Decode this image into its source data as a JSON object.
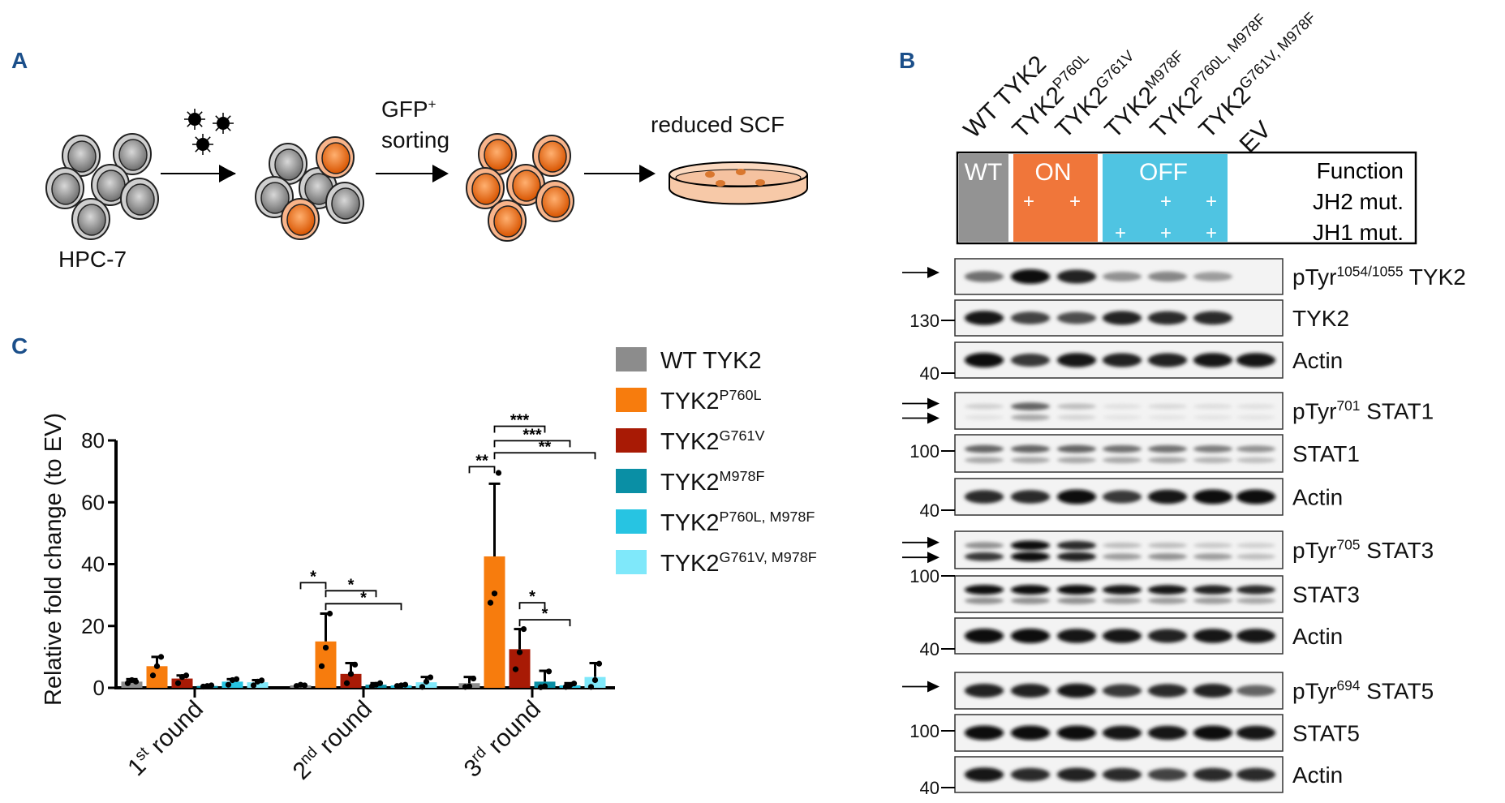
{
  "panel_labels": {
    "a": "A",
    "b": "B",
    "c": "C"
  },
  "panel_a": {
    "start_label": "HPC-7",
    "sorting_label_1": "GFP",
    "sorting_label_sup": "+",
    "sorting_label_2": "sorting",
    "culture_label": "reduced SCF"
  },
  "panel_b": {
    "lanes": [
      {
        "base": "WT TYK2",
        "sup": ""
      },
      {
        "base": "TYK2",
        "sup": "P760L"
      },
      {
        "base": "TYK2",
        "sup": "G761V"
      },
      {
        "base": "TYK2",
        "sup": "M978F"
      },
      {
        "base": "TYK2",
        "sup": "P760L, M978F"
      },
      {
        "base": "TYK2",
        "sup": "G761V, M978F"
      },
      {
        "base": "EV",
        "sup": ""
      }
    ],
    "function_table": {
      "wt": "WT",
      "on": "ON",
      "off": "OFF",
      "row_labels": [
        "Function",
        "JH2 mut.",
        "JH1 mut."
      ],
      "plus": "+",
      "jh2": [
        0,
        1,
        1,
        0,
        1,
        1,
        0
      ],
      "jh1": [
        0,
        0,
        0,
        1,
        1,
        1,
        0
      ],
      "colors": {
        "wt": "#939393",
        "on": "#f0763a",
        "off": "#4fc4e2"
      }
    },
    "blots": [
      {
        "pre": "pTyr",
        "sup": "1054/1055",
        "post": " TYK2",
        "mw": "",
        "arrows": 1,
        "bands": [
          [
            0.55,
            1,
            0.9,
            0.4,
            0.45,
            0.35,
            0
          ]
        ]
      },
      {
        "pre": "TYK2",
        "sup": "",
        "post": "",
        "mw": "130",
        "arrows": 0,
        "bands": [
          [
            0.95,
            0.75,
            0.7,
            0.9,
            0.85,
            0.85,
            0
          ]
        ]
      },
      {
        "pre": "Actin",
        "sup": "",
        "post": "",
        "mw": "40",
        "arrows": 0,
        "bands": [
          [
            1,
            0.8,
            0.95,
            0.9,
            0.9,
            0.95,
            0.95
          ]
        ]
      },
      {
        "pre": "pTyr",
        "sup": "701",
        "post": " STAT1",
        "mw": "",
        "arrows": 2,
        "bands": [
          [
            0.12,
            0.6,
            0.2,
            0.05,
            0.08,
            0.06,
            0.05
          ],
          [
            0.04,
            0.3,
            0.1,
            0.03,
            0.03,
            0.03,
            0.03
          ]
        ]
      },
      {
        "pre": "STAT1",
        "sup": "",
        "post": "",
        "mw": "100",
        "arrows": 0,
        "bands": [
          [
            0.6,
            0.6,
            0.6,
            0.55,
            0.55,
            0.5,
            0.4
          ],
          [
            0.3,
            0.3,
            0.3,
            0.3,
            0.3,
            0.25,
            0.2
          ]
        ]
      },
      {
        "pre": "Actin",
        "sup": "",
        "post": "",
        "mw": "40",
        "arrows": 0,
        "bands": [
          [
            0.85,
            0.85,
            1,
            0.8,
            0.95,
            1,
            1
          ]
        ]
      },
      {
        "pre": "pTyr",
        "sup": "705",
        "post": " STAT3",
        "mw": "",
        "arrows": 2,
        "bands": [
          [
            0.4,
            1,
            0.85,
            0.2,
            0.2,
            0.15,
            0.12
          ],
          [
            0.8,
            1,
            0.9,
            0.35,
            0.4,
            0.35,
            0.2
          ]
        ]
      },
      {
        "pre": "STAT3",
        "sup": "",
        "post": "",
        "mw": "100",
        "arrows": 0,
        "bands": [
          [
            1,
            1,
            1,
            0.95,
            0.95,
            0.9,
            0.85
          ],
          [
            0.4,
            0.4,
            0.4,
            0.35,
            0.35,
            0.35,
            0.3
          ]
        ]
      },
      {
        "pre": "Actin",
        "sup": "",
        "post": "",
        "mw": "40",
        "arrows": 0,
        "bands": [
          [
            1,
            1,
            0.95,
            0.95,
            0.9,
            0.95,
            0.95
          ]
        ]
      },
      {
        "pre": "pTyr",
        "sup": "694",
        "post": " STAT5",
        "mw": "",
        "arrows": 1,
        "bands": [
          [
            0.9,
            0.9,
            0.95,
            0.8,
            0.85,
            0.9,
            0.6
          ]
        ]
      },
      {
        "pre": "STAT5",
        "sup": "",
        "post": "",
        "mw": "100",
        "arrows": 0,
        "bands": [
          [
            1,
            1,
            1,
            0.95,
            0.95,
            1,
            0.95
          ]
        ]
      },
      {
        "pre": "Actin",
        "sup": "",
        "post": "",
        "mw": "40",
        "arrows": 0,
        "bands": [
          [
            0.95,
            0.85,
            0.9,
            0.85,
            0.75,
            0.85,
            0.85
          ]
        ]
      }
    ]
  },
  "chart_data": {
    "type": "bar",
    "title": "",
    "ylabel": "Relative fold change (to EV)",
    "xlabel": "",
    "ylim": [
      0,
      80
    ],
    "yticks": [
      "0",
      "20",
      "40",
      "60",
      "80"
    ],
    "categories": [
      {
        "num": "1",
        "sup": "st",
        "text": " round"
      },
      {
        "num": "2",
        "sup": "nd",
        "text": " round"
      },
      {
        "num": "3",
        "sup": "rd",
        "text": " round"
      }
    ],
    "legend_position": "right",
    "series": [
      {
        "base": "WT TYK2",
        "sup": "",
        "color": "#8c8c8c",
        "values": [
          2,
          0.8,
          1.5
        ],
        "err_top": [
          2.8,
          1,
          3.5
        ],
        "points": [
          [
            1.5,
            2.5,
            2
          ],
          [
            0.6,
            1,
            0.8
          ],
          [
            0.3,
            0.5,
            3
          ]
        ]
      },
      {
        "base": "TYK2",
        "sup": "P760L",
        "color": "#f77c0d",
        "values": [
          7,
          15,
          42.5
        ],
        "err_top": [
          10,
          24,
          66
        ],
        "points": [
          [
            4,
            7,
            10
          ],
          [
            7,
            13,
            24
          ],
          [
            27.5,
            30.5,
            69.5
          ]
        ]
      },
      {
        "base": "TYK2",
        "sup": "G761V",
        "color": "#a81a05",
        "values": [
          3,
          4.5,
          12.5
        ],
        "err_top": [
          4,
          8,
          19
        ],
        "points": [
          [
            1.5,
            3.5,
            4
          ],
          [
            1.5,
            4.5,
            7.5
          ],
          [
            6,
            11.5,
            19
          ]
        ]
      },
      {
        "base": "TYK2",
        "sup": "M978F",
        "color": "#0a8fa5",
        "values": [
          0.6,
          1,
          2
        ],
        "err_top": [
          0.8,
          1.5,
          5.5
        ],
        "points": [
          [
            0.4,
            0.6,
            0.8
          ],
          [
            0.5,
            1,
            1.5
          ],
          [
            0.2,
            0.5,
            5.3
          ]
        ]
      },
      {
        "base": "TYK2",
        "sup": "P760L, M978F",
        "color": "#27c4e2",
        "values": [
          2,
          0.8,
          0.8
        ],
        "err_top": [
          2.8,
          1,
          1.5
        ],
        "points": [
          [
            1,
            2.5,
            2.8
          ],
          [
            0.6,
            0.8,
            1
          ],
          [
            0.3,
            0.8,
            1.4
          ]
        ]
      },
      {
        "base": "TYK2",
        "sup": "G761V, M978F",
        "color": "#7fe8fa",
        "values": [
          1.8,
          1.8,
          3.5
        ],
        "err_top": [
          2.5,
          3.5,
          8
        ],
        "points": [
          [
            0.8,
            2,
            2.4
          ],
          [
            0.3,
            2,
            3.4
          ],
          [
            0.3,
            2.5,
            7.8
          ]
        ]
      }
    ],
    "significance": [
      {
        "group": 1,
        "from": 0,
        "to": 1,
        "y": 34,
        "label": "*"
      },
      {
        "group": 1,
        "from": 1,
        "to": 3,
        "y": 31.4,
        "label": "*"
      },
      {
        "group": 1,
        "from": 1,
        "to": 4,
        "y": 27.2,
        "label": "*"
      },
      {
        "group": 2,
        "from": 0,
        "to": 1,
        "y": 71.5,
        "label": "**"
      },
      {
        "group": 2,
        "from": 1,
        "to": 3,
        "y": 84.6,
        "label": "***"
      },
      {
        "group": 2,
        "from": 1,
        "to": 4,
        "y": 79.9,
        "label": "***"
      },
      {
        "group": 2,
        "from": 1,
        "to": 5,
        "y": 76,
        "label": "**"
      },
      {
        "group": 2,
        "from": 2,
        "to": 3,
        "y": 27.5,
        "label": "*"
      },
      {
        "group": 2,
        "from": 2,
        "to": 4,
        "y": 22,
        "label": "*"
      }
    ]
  }
}
